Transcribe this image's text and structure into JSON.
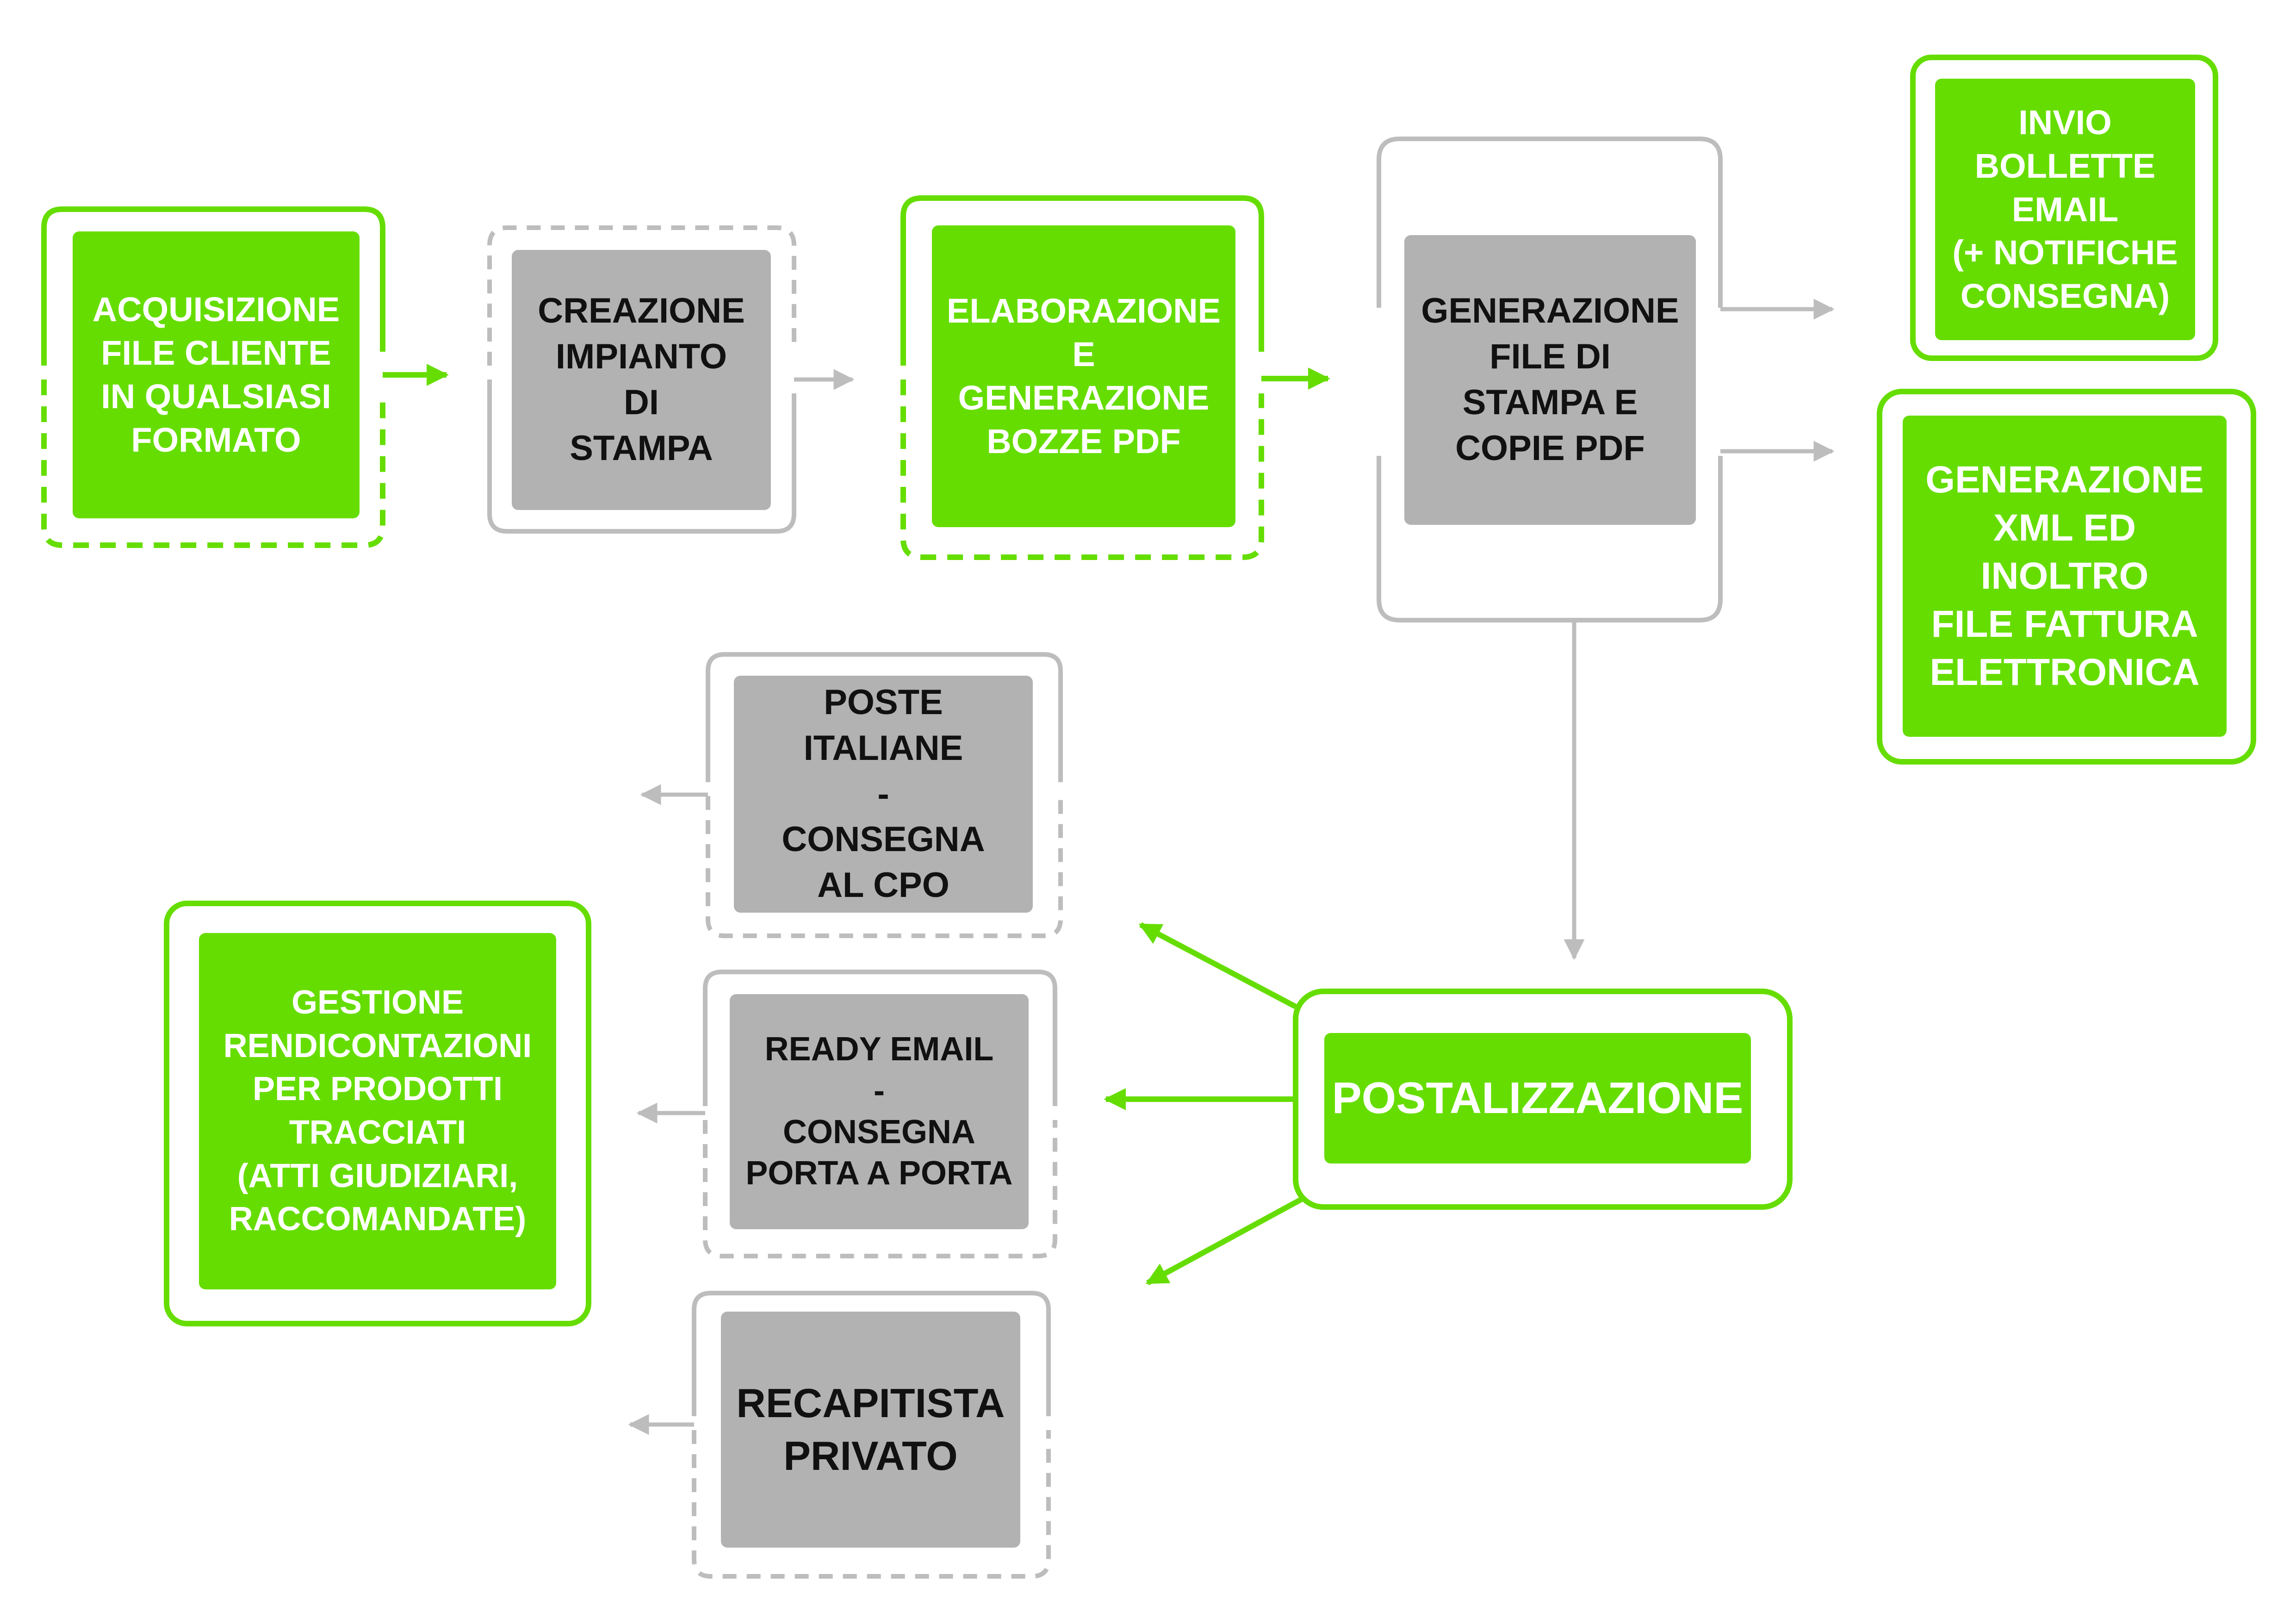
{
  "colors": {
    "green": "#66dd00",
    "gray": "#b2b2b2",
    "frame_gray": "#bdbdbd"
  },
  "nodes": {
    "acquisizione": "ACQUISIZIONE\nFILE CLIENTE\nIN QUALSIASI\nFORMATO",
    "creazione": "CREAZIONE\nIMPIANTO\nDI\nSTAMPA",
    "elaborazione": "ELABORAZIONE\nE\nGENERAZIONE\nBOZZE PDF",
    "generazione_stampa": "GENERAZIONE\nFILE DI\nSTAMPA E\nCOPIE PDF",
    "invio_bollette": "INVIO\nBOLLETTE\nEMAIL\n(+ NOTIFICHE\nCONSEGNA)",
    "generazione_xml": "GENERAZIONE\nXML ED INOLTRO\nFILE FATTURA\nELETTRONICA",
    "poste_italiane": "POSTE\nITALIANE\n-\nCONSEGNA\nAL CPO",
    "ready_email": "READY EMAIL\n-\nCONSEGNA\nPORTA A PORTA",
    "recapitista": "RECAPITISTA\nPRIVATO",
    "postalizzazione": "POSTALIZZAZIONE",
    "gestione": "GESTIONE\nRENDICONTAZIONI\nPER PRODOTTI\nTRACCIATI\n(ATTI GIUDIZIARI,\nRACCOMANDATE)"
  }
}
